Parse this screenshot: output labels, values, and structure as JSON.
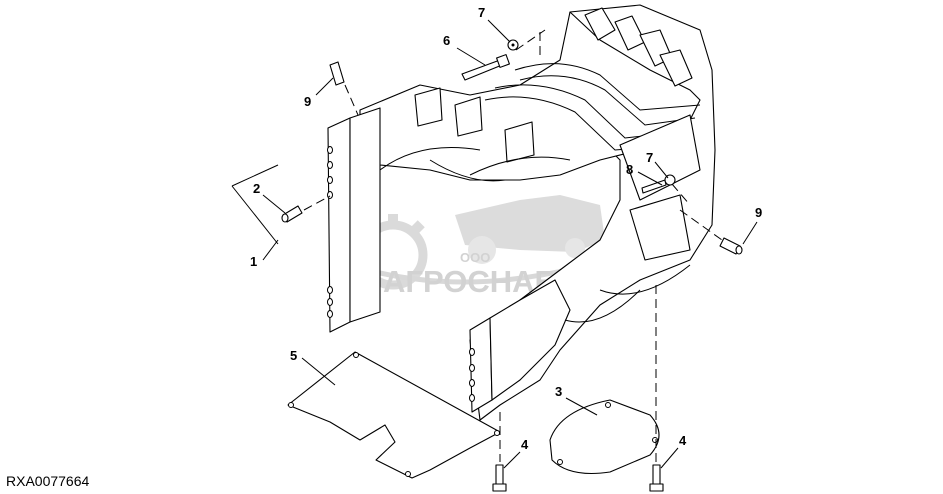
{
  "figure_id": "RXA0077664",
  "watermark": {
    "company_type": "ООО",
    "name": "АГРОСНАБ"
  },
  "callouts": [
    "1",
    "2",
    "3",
    "4",
    "5",
    "6",
    "7",
    "8",
    "9"
  ]
}
